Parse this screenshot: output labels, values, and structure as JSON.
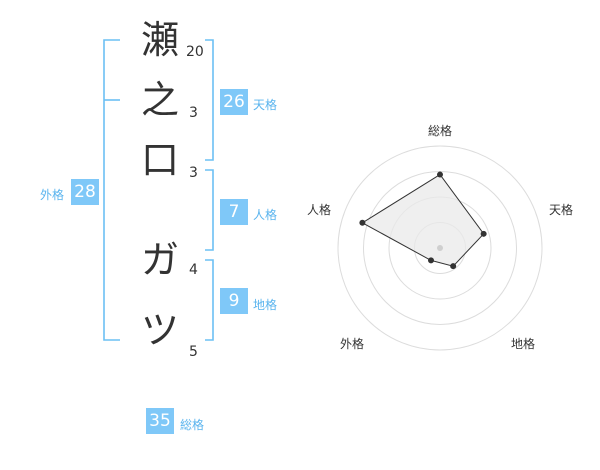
{
  "name_chars": [
    {
      "char": "瀬",
      "strokes": "20"
    },
    {
      "char": "之",
      "strokes": "3"
    },
    {
      "char": "口",
      "strokes": "3"
    },
    {
      "char": "ガ",
      "strokes": "4"
    },
    {
      "char": "ツ",
      "strokes": "5"
    }
  ],
  "fortunes": {
    "gaikaku": {
      "label": "外格",
      "value": "28"
    },
    "tenkaku": {
      "label": "天格",
      "value": "26"
    },
    "jinkaku": {
      "label": "人格",
      "value": "7"
    },
    "chikaku": {
      "label": "地格",
      "value": "9"
    },
    "soukaku": {
      "label": "総格",
      "value": "35"
    }
  },
  "colors": {
    "accent": "#7fc8f8",
    "bracket": "#6cc0f4",
    "radar_fill": "#e9e9e9"
  },
  "chart_data": {
    "type": "radar",
    "axes": [
      "総格",
      "天格",
      "地格",
      "外格",
      "人格"
    ],
    "series": [
      {
        "values": [
          0.72,
          0.45,
          0.22,
          0.15,
          0.8
        ]
      }
    ]
  }
}
